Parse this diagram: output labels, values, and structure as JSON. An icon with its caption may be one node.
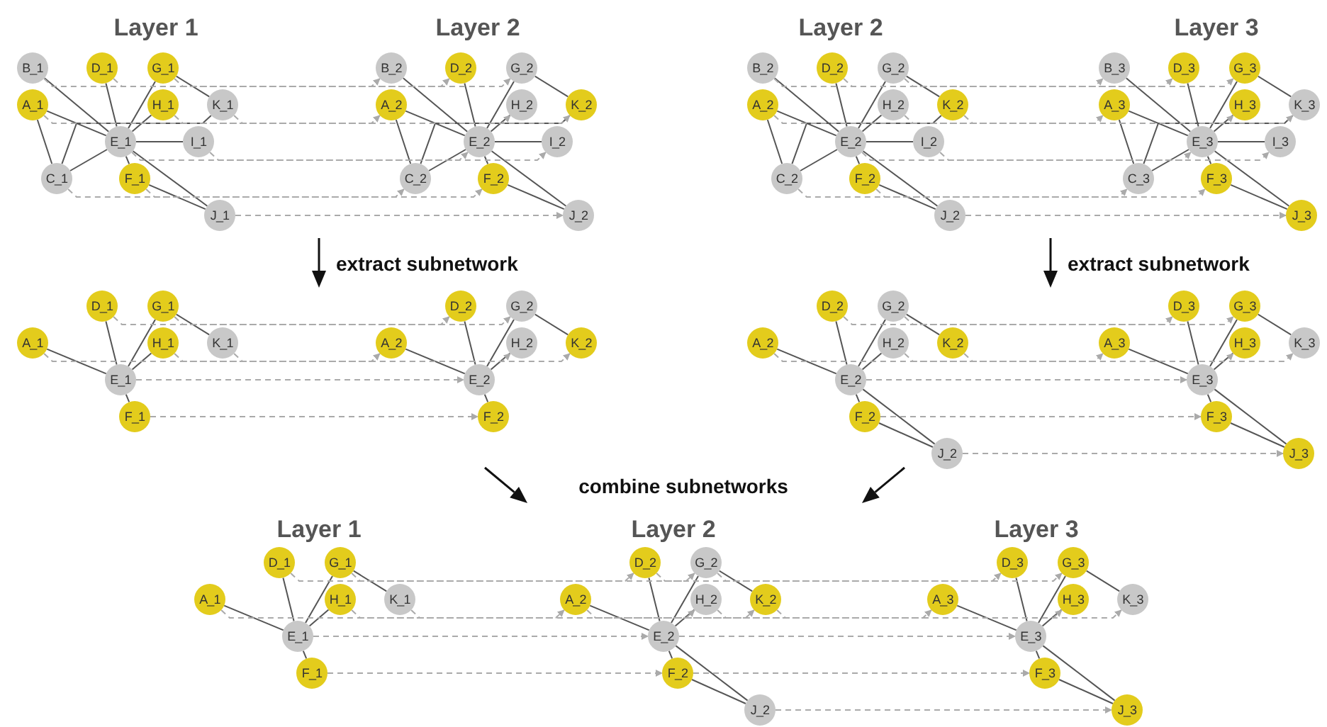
{
  "diagram": {
    "nodes": [
      {
        "text": [
          "D_1"
        ]
      },
      {
        "text": [
          "B_1"
        ]
      },
      {
        "text": [
          "G_1"
        ]
      },
      {
        "text": [
          "A_1"
        ]
      },
      {
        "text": [
          "H_1"
        ]
      },
      {
        "text": [
          "K_1"
        ]
      },
      {
        "text": [
          "E_1"
        ]
      },
      {
        "text": [
          "I_1"
        ]
      },
      {
        "text": [
          "C_1"
        ]
      },
      {
        "text": [
          "F_1"
        ]
      },
      {
        "text": [
          "J_1"
        ]
      },
      {
        "text": [
          "D_2"
        ]
      },
      {
        "text": [
          "B_2"
        ]
      },
      {
        "text": [
          "G_2"
        ]
      },
      {
        "text": [
          "A_2"
        ]
      },
      {
        "text": [
          "H_2"
        ]
      },
      {
        "text": [
          "K_2"
        ]
      },
      {
        "text": [
          "E_2"
        ]
      },
      {
        "text": [
          "I_2"
        ]
      },
      {
        "text": [
          "C_2"
        ]
      },
      {
        "text": [
          "F_2"
        ]
      },
      {
        "text": [
          "J_2"
        ]
      },
      {
        "text": [
          "D_2"
        ]
      },
      {
        "text": [
          "B_2"
        ]
      },
      {
        "text": [
          "G_2"
        ]
      },
      {
        "text": [
          "A_2"
        ]
      },
      {
        "text": [
          "H_2"
        ]
      },
      {
        "text": [
          "K_2"
        ]
      },
      {
        "text": [
          "E_2"
        ]
      },
      {
        "text": [
          "I_2"
        ]
      },
      {
        "text": [
          "C_2"
        ]
      },
      {
        "text": [
          "F_2"
        ]
      },
      {
        "text": [
          "J_2"
        ]
      },
      {
        "text": [
          "D_3"
        ]
      },
      {
        "text": [
          "B_3"
        ]
      },
      {
        "text": [
          "G_3"
        ]
      },
      {
        "text": [
          "A_3"
        ]
      },
      {
        "text": [
          "H_3"
        ]
      },
      {
        "text": [
          "K_3"
        ]
      },
      {
        "text": [
          "E_3"
        ]
      },
      {
        "text": [
          "I_3"
        ]
      },
      {
        "text": [
          "C_3"
        ]
      },
      {
        "text": [
          "F_3"
        ]
      },
      {
        "text": [
          "J_3"
        ]
      },
      {
        "text": [
          "D_1"
        ]
      },
      {
        "text": [
          "G_1"
        ]
      },
      {
        "text": [
          "A_1"
        ]
      },
      {
        "text": [
          "H_1"
        ]
      },
      {
        "text": [
          "K_1"
        ]
      },
      {
        "text": [
          "E_1"
        ]
      },
      {
        "text": [
          "F_1"
        ]
      },
      {
        "text": [
          "D_2"
        ]
      },
      {
        "text": [
          "G_2"
        ]
      },
      {
        "text": [
          "A_2"
        ]
      },
      {
        "text": [
          "H_2"
        ]
      },
      {
        "text": [
          "K_2"
        ]
      },
      {
        "text": [
          "E_2"
        ]
      },
      {
        "text": [
          "F_2"
        ]
      },
      {
        "text": [
          "D_2"
        ]
      },
      {
        "text": [
          "G_2"
        ]
      },
      {
        "text": [
          "A_2"
        ]
      },
      {
        "text": [
          "H_2"
        ]
      },
      {
        "text": [
          "K_2"
        ]
      },
      {
        "text": [
          "E_2"
        ]
      },
      {
        "text": [
          "F_2"
        ]
      },
      {
        "text": [
          "J_2"
        ]
      },
      {
        "text": [
          "D_3"
        ]
      },
      {
        "text": [
          "G_3"
        ]
      },
      {
        "text": [
          "A_3"
        ]
      },
      {
        "text": [
          "H_3"
        ]
      },
      {
        "text": [
          "K_3"
        ]
      },
      {
        "text": [
          "E_3"
        ]
      },
      {
        "text": [
          "F_3"
        ]
      },
      {
        "text": [
          "J_3"
        ]
      },
      {
        "text": [
          "D_1"
        ]
      },
      {
        "text": [
          "G_1"
        ]
      },
      {
        "text": [
          "A_1"
        ]
      },
      {
        "text": [
          "H_1"
        ]
      },
      {
        "text": [
          "K_1"
        ]
      },
      {
        "text": [
          "E_1"
        ]
      },
      {
        "text": [
          "F_1"
        ]
      },
      {
        "text": [
          "D_2"
        ]
      },
      {
        "text": [
          "G_2"
        ]
      },
      {
        "text": [
          "A_2"
        ]
      },
      {
        "text": [
          "H_2"
        ]
      },
      {
        "text": [
          "K_2"
        ]
      },
      {
        "text": [
          "E_2"
        ]
      },
      {
        "text": [
          "F_2"
        ]
      },
      {
        "text": [
          "J_2"
        ]
      },
      {
        "text": [
          "D_3"
        ]
      },
      {
        "text": [
          "G_3"
        ]
      },
      {
        "text": [
          "A_3"
        ]
      },
      {
        "text": [
          "H_3"
        ]
      },
      {
        "text": [
          "K_3"
        ]
      },
      {
        "text": [
          "E_3"
        ]
      },
      {
        "text": [
          "F_3"
        ]
      },
      {
        "text": [
          "J_3"
        ]
      }
    ],
    "edges": [
      {
        "from": 1,
        "to": 6,
        "arrow": "none"
      },
      {
        "from": 3,
        "to": 6,
        "arrow": "none"
      },
      {
        "from": 3,
        "to": 8,
        "arrow": "none"
      },
      {
        "from": 0,
        "to": 6,
        "arrow": "none"
      },
      {
        "from": 2,
        "to": 6,
        "arrow": "none"
      },
      {
        "from": 4,
        "to": 6,
        "arrow": "none"
      },
      {
        "from": 2,
        "to": 5,
        "arrow": "none"
      },
      {
        "from": 6,
        "to": 7,
        "arrow": "none"
      },
      {
        "from": 6,
        "to": 8,
        "arrow": "none"
      },
      {
        "from": 8,
        "to": 5,
        "arrow": "none"
      },
      {
        "from": 6,
        "to": 9,
        "arrow": "none"
      },
      {
        "from": 6,
        "to": 10,
        "arrow": "none"
      },
      {
        "from": 9,
        "to": 10,
        "arrow": "none"
      },
      {
        "from": 12,
        "to": 17,
        "arrow": "none"
      },
      {
        "from": 14,
        "to": 17,
        "arrow": "none"
      },
      {
        "from": 14,
        "to": 19,
        "arrow": "none"
      },
      {
        "from": 11,
        "to": 17,
        "arrow": "none"
      },
      {
        "from": 13,
        "to": 17,
        "arrow": "none"
      },
      {
        "from": 15,
        "to": 17,
        "arrow": "none"
      },
      {
        "from": 13,
        "to": 16,
        "arrow": "none"
      },
      {
        "from": 17,
        "to": 18,
        "arrow": "none"
      },
      {
        "from": 17,
        "to": 19,
        "arrow": "none"
      },
      {
        "from": 19,
        "to": 16,
        "arrow": "none"
      },
      {
        "from": 17,
        "to": 20,
        "arrow": "none"
      },
      {
        "from": 17,
        "to": 21,
        "arrow": "none"
      },
      {
        "from": 20,
        "to": 21,
        "arrow": "none"
      },
      {
        "from": 0,
        "to": 11,
        "arrow": "to",
        "style": "dashed",
        "color": "#aaaaaa"
      },
      {
        "from": 1,
        "to": 12,
        "arrow": "to",
        "style": "dashed",
        "color": "#aaaaaa"
      },
      {
        "from": 2,
        "to": 13,
        "arrow": "to",
        "style": "dashed",
        "color": "#aaaaaa"
      },
      {
        "from": 3,
        "to": 14,
        "arrow": "to",
        "style": "dashed",
        "color": "#aaaaaa"
      },
      {
        "from": 4,
        "to": 15,
        "arrow": "to",
        "style": "dashed",
        "color": "#aaaaaa"
      },
      {
        "from": 5,
        "to": 16,
        "arrow": "to",
        "style": "dashed",
        "color": "#aaaaaa"
      },
      {
        "from": 6,
        "to": 17,
        "arrow": "to",
        "style": "dashed",
        "color": "#aaaaaa"
      },
      {
        "from": 7,
        "to": 18,
        "arrow": "to",
        "style": "dashed",
        "color": "#aaaaaa"
      },
      {
        "from": 8,
        "to": 19,
        "arrow": "to",
        "style": "dashed",
        "color": "#aaaaaa"
      },
      {
        "from": 9,
        "to": 20,
        "arrow": "to",
        "style": "dashed",
        "color": "#aaaaaa"
      },
      {
        "from": 10,
        "to": 21,
        "arrow": "to",
        "style": "dashed",
        "color": "#aaaaaa"
      },
      {
        "from": 23,
        "to": 28,
        "arrow": "none"
      },
      {
        "from": 25,
        "to": 28,
        "arrow": "none"
      },
      {
        "from": 25,
        "to": 30,
        "arrow": "none"
      },
      {
        "from": 22,
        "to": 28,
        "arrow": "none"
      },
      {
        "from": 24,
        "to": 28,
        "arrow": "none"
      },
      {
        "from": 26,
        "to": 28,
        "arrow": "none"
      },
      {
        "from": 24,
        "to": 27,
        "arrow": "none"
      },
      {
        "from": 28,
        "to": 29,
        "arrow": "none"
      },
      {
        "from": 28,
        "to": 30,
        "arrow": "none"
      },
      {
        "from": 30,
        "to": 27,
        "arrow": "none"
      },
      {
        "from": 28,
        "to": 31,
        "arrow": "none"
      },
      {
        "from": 28,
        "to": 32,
        "arrow": "none"
      },
      {
        "from": 31,
        "to": 32,
        "arrow": "none"
      },
      {
        "from": 34,
        "to": 39,
        "arrow": "none"
      },
      {
        "from": 36,
        "to": 39,
        "arrow": "none"
      },
      {
        "from": 36,
        "to": 41,
        "arrow": "none"
      },
      {
        "from": 33,
        "to": 39,
        "arrow": "none"
      },
      {
        "from": 35,
        "to": 39,
        "arrow": "none"
      },
      {
        "from": 37,
        "to": 39,
        "arrow": "none"
      },
      {
        "from": 35,
        "to": 38,
        "arrow": "none"
      },
      {
        "from": 39,
        "to": 40,
        "arrow": "none"
      },
      {
        "from": 39,
        "to": 41,
        "arrow": "none"
      },
      {
        "from": 41,
        "to": 38,
        "arrow": "none"
      },
      {
        "from": 39,
        "to": 42,
        "arrow": "none"
      },
      {
        "from": 39,
        "to": 43,
        "arrow": "none"
      },
      {
        "from": 42,
        "to": 43,
        "arrow": "none"
      },
      {
        "from": 22,
        "to": 33,
        "arrow": "to",
        "style": "dashed",
        "color": "#aaaaaa"
      },
      {
        "from": 23,
        "to": 34,
        "arrow": "to",
        "style": "dashed",
        "color": "#aaaaaa"
      },
      {
        "from": 24,
        "to": 35,
        "arrow": "to",
        "style": "dashed",
        "color": "#aaaaaa"
      },
      {
        "from": 25,
        "to": 36,
        "arrow": "to",
        "style": "dashed",
        "color": "#aaaaaa"
      },
      {
        "from": 26,
        "to": 37,
        "arrow": "to",
        "style": "dashed",
        "color": "#aaaaaa"
      },
      {
        "from": 27,
        "to": 38,
        "arrow": "to",
        "style": "dashed",
        "color": "#aaaaaa"
      },
      {
        "from": 28,
        "to": 39,
        "arrow": "to",
        "style": "dashed",
        "color": "#aaaaaa"
      },
      {
        "from": 29,
        "to": 40,
        "arrow": "to",
        "style": "dashed",
        "color": "#aaaaaa"
      },
      {
        "from": 30,
        "to": 41,
        "arrow": "to",
        "style": "dashed",
        "color": "#aaaaaa"
      },
      {
        "from": 31,
        "to": 42,
        "arrow": "to",
        "style": "dashed",
        "color": "#aaaaaa"
      },
      {
        "from": 32,
        "to": 43,
        "arrow": "to",
        "style": "dashed",
        "color": "#aaaaaa"
      },
      {
        "from": 44,
        "to": 49,
        "arrow": "none"
      },
      {
        "from": 45,
        "to": 49,
        "arrow": "none"
      },
      {
        "from": 47,
        "to": 49,
        "arrow": "none"
      },
      {
        "from": 46,
        "to": 49,
        "arrow": "none"
      },
      {
        "from": 45,
        "to": 48,
        "arrow": "none"
      },
      {
        "from": 49,
        "to": 50,
        "arrow": "none"
      },
      {
        "from": 51,
        "to": 56,
        "arrow": "none"
      },
      {
        "from": 52,
        "to": 56,
        "arrow": "none"
      },
      {
        "from": 54,
        "to": 56,
        "arrow": "none"
      },
      {
        "from": 53,
        "to": 56,
        "arrow": "none"
      },
      {
        "from": 52,
        "to": 55,
        "arrow": "none"
      },
      {
        "from": 56,
        "to": 57,
        "arrow": "none"
      },
      {
        "from": 44,
        "to": 51,
        "arrow": "to",
        "style": "dashed",
        "color": "#aaaaaa"
      },
      {
        "from": 45,
        "to": 52,
        "arrow": "to",
        "style": "dashed",
        "color": "#aaaaaa"
      },
      {
        "from": 46,
        "to": 53,
        "arrow": "to",
        "style": "dashed",
        "color": "#aaaaaa"
      },
      {
        "from": 47,
        "to": 54,
        "arrow": "to",
        "style": "dashed",
        "color": "#aaaaaa"
      },
      {
        "from": 48,
        "to": 55,
        "arrow": "to",
        "style": "dashed",
        "color": "#aaaaaa"
      },
      {
        "from": 49,
        "to": 56,
        "arrow": "to",
        "style": "dashed",
        "color": "#aaaaaa"
      },
      {
        "from": 50,
        "to": 57,
        "arrow": "to",
        "style": "dashed",
        "color": "#aaaaaa"
      },
      {
        "from": 58,
        "to": 63,
        "arrow": "none"
      },
      {
        "from": 59,
        "to": 63,
        "arrow": "none"
      },
      {
        "from": 61,
        "to": 63,
        "arrow": "none"
      },
      {
        "from": 60,
        "to": 63,
        "arrow": "none"
      },
      {
        "from": 59,
        "to": 62,
        "arrow": "none"
      },
      {
        "from": 63,
        "to": 64,
        "arrow": "none"
      },
      {
        "from": 63,
        "to": 65,
        "arrow": "none"
      },
      {
        "from": 64,
        "to": 65,
        "arrow": "none"
      },
      {
        "from": 66,
        "to": 71,
        "arrow": "none"
      },
      {
        "from": 67,
        "to": 71,
        "arrow": "none"
      },
      {
        "from": 69,
        "to": 71,
        "arrow": "none"
      },
      {
        "from": 68,
        "to": 71,
        "arrow": "none"
      },
      {
        "from": 67,
        "to": 70,
        "arrow": "none"
      },
      {
        "from": 71,
        "to": 72,
        "arrow": "none"
      },
      {
        "from": 71,
        "to": 73,
        "arrow": "none"
      },
      {
        "from": 72,
        "to": 73,
        "arrow": "none"
      },
      {
        "from": 58,
        "to": 66,
        "arrow": "to",
        "style": "dashed",
        "color": "#aaaaaa"
      },
      {
        "from": 59,
        "to": 67,
        "arrow": "to",
        "style": "dashed",
        "color": "#aaaaaa"
      },
      {
        "from": 60,
        "to": 68,
        "arrow": "to",
        "style": "dashed",
        "color": "#aaaaaa"
      },
      {
        "from": 61,
        "to": 69,
        "arrow": "to",
        "style": "dashed",
        "color": "#aaaaaa"
      },
      {
        "from": 62,
        "to": 70,
        "arrow": "to",
        "style": "dashed",
        "color": "#aaaaaa"
      },
      {
        "from": 63,
        "to": 71,
        "arrow": "to",
        "style": "dashed",
        "color": "#aaaaaa"
      },
      {
        "from": 64,
        "to": 72,
        "arrow": "to",
        "style": "dashed",
        "color": "#aaaaaa"
      },
      {
        "from": 65,
        "to": 73,
        "arrow": "to",
        "style": "dashed",
        "color": "#aaaaaa"
      },
      {
        "from": 74,
        "to": 79,
        "arrow": "none"
      },
      {
        "from": 75,
        "to": 79,
        "arrow": "none"
      },
      {
        "from": 77,
        "to": 79,
        "arrow": "none"
      },
      {
        "from": 76,
        "to": 79,
        "arrow": "none"
      },
      {
        "from": 75,
        "to": 78,
        "arrow": "none"
      },
      {
        "from": 79,
        "to": 80,
        "arrow": "none"
      },
      {
        "from": 81,
        "to": 86,
        "arrow": "none"
      },
      {
        "from": 82,
        "to": 86,
        "arrow": "none"
      },
      {
        "from": 84,
        "to": 86,
        "arrow": "none"
      },
      {
        "from": 83,
        "to": 86,
        "arrow": "none"
      },
      {
        "from": 82,
        "to": 85,
        "arrow": "none"
      },
      {
        "from": 86,
        "to": 87,
        "arrow": "none"
      },
      {
        "from": 86,
        "to": 88,
        "arrow": "none"
      },
      {
        "from": 87,
        "to": 88,
        "arrow": "none"
      },
      {
        "from": 89,
        "to": 94,
        "arrow": "none"
      },
      {
        "from": 90,
        "to": 94,
        "arrow": "none"
      },
      {
        "from": 92,
        "to": 94,
        "arrow": "none"
      },
      {
        "from": 91,
        "to": 94,
        "arrow": "none"
      },
      {
        "from": 90,
        "to": 93,
        "arrow": "none"
      },
      {
        "from": 94,
        "to": 95,
        "arrow": "none"
      },
      {
        "from": 94,
        "to": 96,
        "arrow": "none"
      },
      {
        "from": 95,
        "to": 96,
        "arrow": "none"
      },
      {
        "from": 74,
        "to": 81,
        "arrow": "to",
        "style": "dashed",
        "color": "#aaaaaa"
      },
      {
        "from": 75,
        "to": 82,
        "arrow": "to",
        "style": "dashed",
        "color": "#aaaaaa"
      },
      {
        "from": 76,
        "to": 83,
        "arrow": "to",
        "style": "dashed",
        "color": "#aaaaaa"
      },
      {
        "from": 77,
        "to": 84,
        "arrow": "to",
        "style": "dashed",
        "color": "#aaaaaa"
      },
      {
        "from": 78,
        "to": 85,
        "arrow": "to",
        "style": "dashed",
        "color": "#aaaaaa"
      },
      {
        "from": 79,
        "to": 86,
        "arrow": "to",
        "style": "dashed",
        "color": "#aaaaaa"
      },
      {
        "from": 80,
        "to": 87,
        "arrow": "to",
        "style": "dashed",
        "color": "#aaaaaa"
      },
      {
        "from": 81,
        "to": 89,
        "arrow": "to",
        "style": "dashed",
        "color": "#aaaaaa"
      },
      {
        "from": 82,
        "to": 90,
        "arrow": "to",
        "style": "dashed",
        "color": "#aaaaaa"
      },
      {
        "from": 83,
        "to": 91,
        "arrow": "to",
        "style": "dashed",
        "color": "#aaaaaa"
      },
      {
        "from": 84,
        "to": 92,
        "arrow": "to",
        "style": "dashed",
        "color": "#aaaaaa"
      },
      {
        "from": 85,
        "to": 93,
        "arrow": "to",
        "style": "dashed",
        "color": "#aaaaaa"
      },
      {
        "from": 86,
        "to": 94,
        "arrow": "to",
        "style": "dashed",
        "color": "#aaaaaa"
      },
      {
        "from": 87,
        "to": 95,
        "arrow": "to",
        "style": "dashed",
        "color": "#aaaaaa"
      },
      {
        "from": 88,
        "to": 96,
        "arrow": "to",
        "style": "dashed",
        "color": "#aaaaaa"
      }
    ],
    "labels": [
      "Layer 1",
      "Layer 2",
      "Layer 2",
      "Layer 3",
      "extract subnetwork",
      "extract subnetwork",
      "combine subnetworks",
      "Layer 1",
      "Layer 2",
      "Layer 3"
    ]
  }
}
